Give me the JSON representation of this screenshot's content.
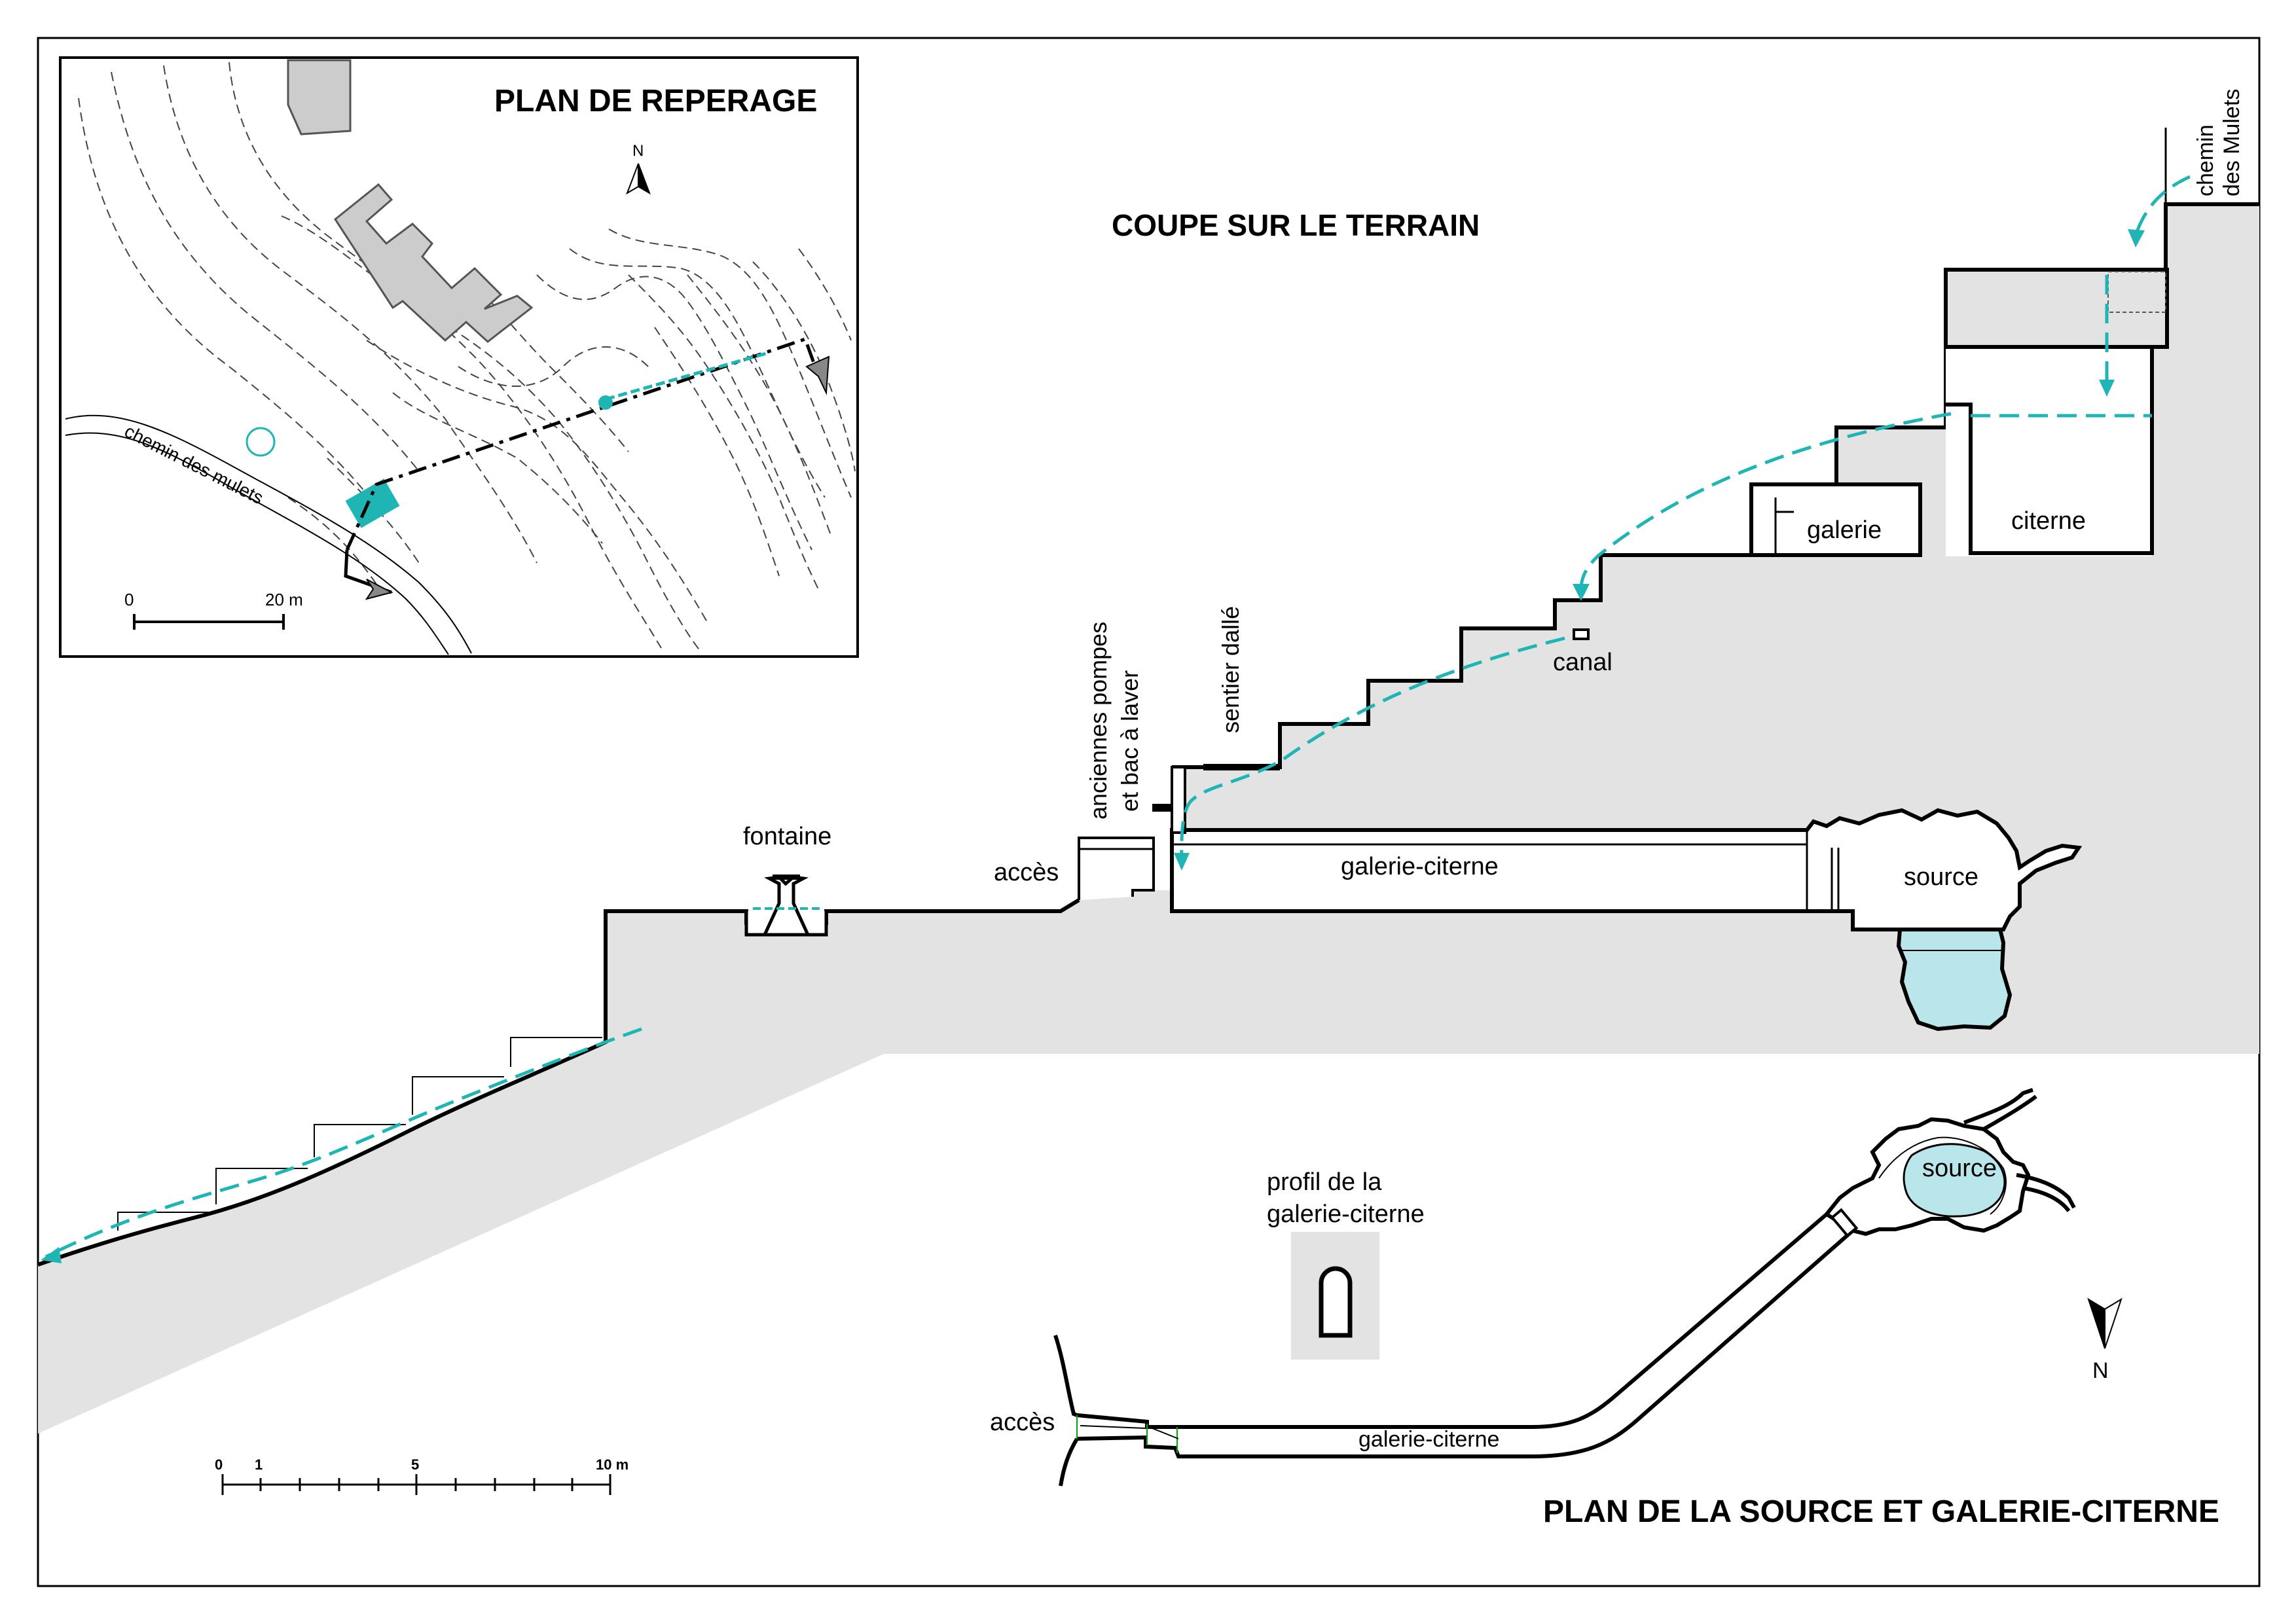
{
  "inset": {
    "title": "PLAN DE REPERAGE",
    "north": "N",
    "road_label": "chemin des mulets",
    "scale_zero": "0",
    "scale_end": "20 m"
  },
  "section": {
    "title": "COUPE SUR LE TERRAIN",
    "labels": {
      "chemin_line1": "chemin",
      "chemin_line2": "des Mulets",
      "galerie": "galerie",
      "citerne": "citerne",
      "canal": "canal",
      "sentier": "sentier dallé",
      "pompes_line1": "anciennes pompes",
      "pompes_line2": "et bac à laver",
      "fontaine": "fontaine",
      "acces": "accès",
      "galerie_citerne": "galerie-citerne",
      "source": "source"
    }
  },
  "scale_bar": {
    "ticks": [
      "0",
      "1",
      "5",
      "10 m"
    ]
  },
  "plan": {
    "title": "PLAN DE LA SOURCE ET GALERIE-CITERNE",
    "profile_line1": "profil de la",
    "profile_line2": "galerie-citerne",
    "acces": "accès",
    "galerie_citerne": "galerie-citerne",
    "source": "source",
    "north": "N"
  },
  "colors": {
    "water": "#1fb5b5",
    "water_fill": "#b8e6ea",
    "ground": "#e3e3e3",
    "building": "#cccccc",
    "line": "#000000"
  }
}
